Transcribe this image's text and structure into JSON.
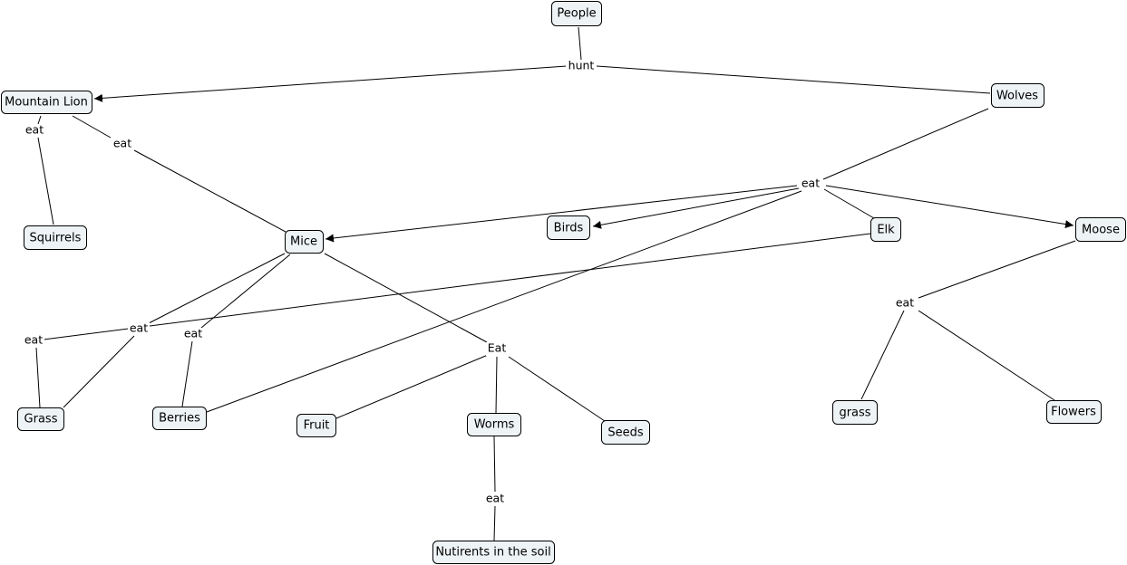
{
  "nodes": {
    "people": "People",
    "mountain_lion": "Mountain Lion",
    "wolves": "Wolves",
    "squirrels": "Squirrels",
    "mice": "Mice",
    "birds": "Birds",
    "elk": "Elk",
    "moose": "Moose",
    "grass": "Grass",
    "berries": "Berries",
    "fruit": "Fruit",
    "worms": "Worms",
    "seeds": "Seeds",
    "grass_lower": "grass",
    "flowers": "Flowers",
    "nutrients": "Nutirents in the soil"
  },
  "link_labels": {
    "hunt": "hunt",
    "lion_eat_squirrels": "eat",
    "lion_eat_mice": "eat",
    "wolves_eat": "eat",
    "moose_eat": "eat",
    "grass_eat_left": "eat",
    "mice_eat_grass": "eat",
    "mice_eat_berries": "eat",
    "mice_eat_center": "Eat",
    "worms_eat": "eat"
  }
}
